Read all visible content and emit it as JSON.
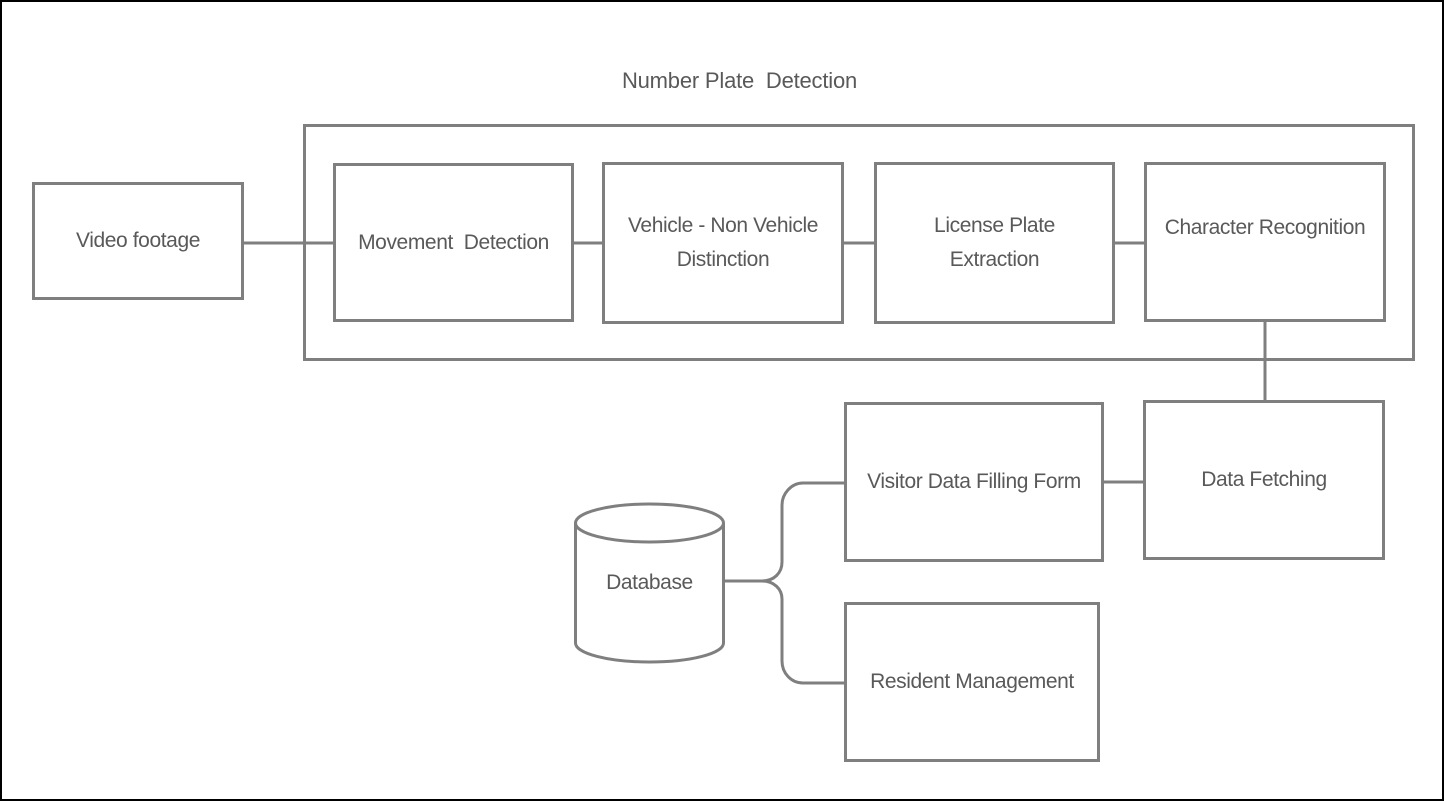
{
  "diagram": {
    "title": "Number Plate  Detection",
    "nodes": {
      "video_footage": {
        "label": "Video footage",
        "shape": "rectangle"
      },
      "movement_detection": {
        "label": "Movement  Detection",
        "shape": "rectangle"
      },
      "vehicle_non_vehicle": {
        "label": "Vehicle - Non Vehicle\nDistinction",
        "shape": "rectangle"
      },
      "license_plate": {
        "label": "License Plate\nExtraction",
        "shape": "rectangle"
      },
      "character_recognition": {
        "label": "Character Recognition",
        "shape": "rectangle"
      },
      "visitor_form": {
        "label": "Visitor Data Filling Form",
        "shape": "rectangle"
      },
      "data_fetching": {
        "label": "Data Fetching",
        "shape": "rectangle"
      },
      "database": {
        "label": "Database",
        "shape": "cylinder"
      },
      "resident_management": {
        "label": "Resident Management",
        "shape": "rectangle"
      }
    },
    "edges": [
      "video_footage -> movement_detection",
      "movement_detection -> vehicle_non_vehicle",
      "vehicle_non_vehicle -> license_plate",
      "license_plate -> character_recognition",
      "character_recognition -> data_fetching",
      "visitor_form -> data_fetching",
      "database -> visitor_form",
      "database -> resident_management"
    ],
    "colors": {
      "border": "#7f7f7f",
      "text": "#595959",
      "background": "#ffffff",
      "frame": "#000000"
    }
  }
}
